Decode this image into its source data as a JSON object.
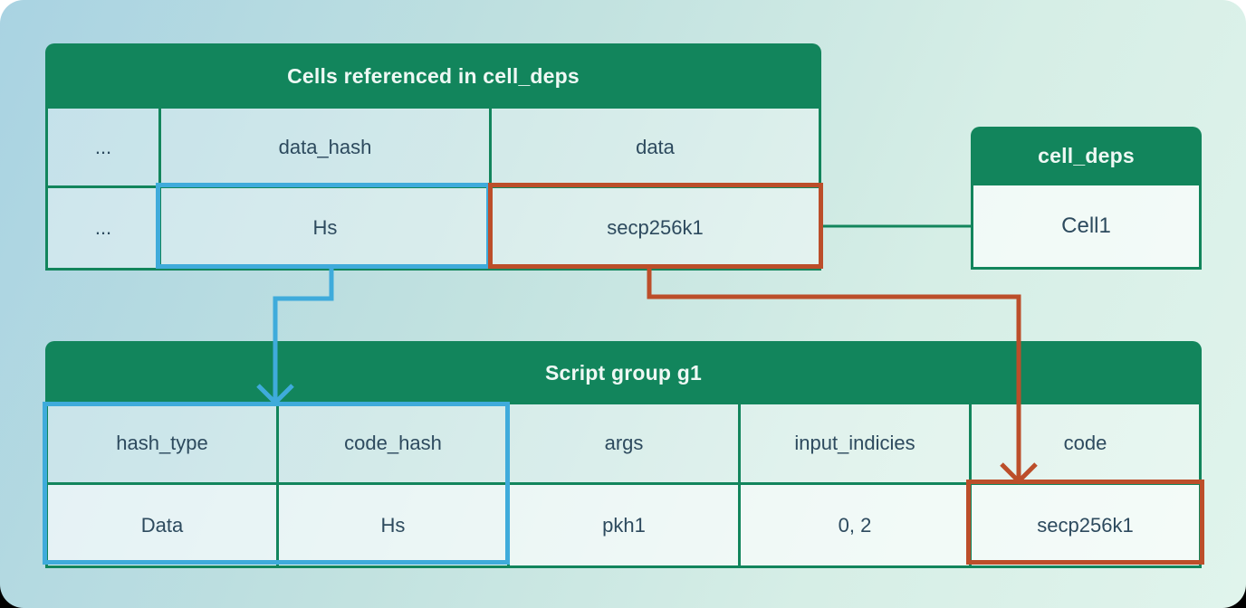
{
  "tables": {
    "cells_referenced": {
      "title": "Cells referenced in cell_deps",
      "columns": [
        "...",
        "data_hash",
        "data"
      ],
      "rows": [
        [
          "...",
          "Hs",
          "secp256k1"
        ]
      ]
    },
    "cell_deps": {
      "title": "cell_deps",
      "rows": [
        [
          "Cell1"
        ]
      ]
    },
    "script_group": {
      "title": "Script group g1",
      "columns": [
        "hash_type",
        "code_hash",
        "args",
        "input_indicies",
        "code"
      ],
      "rows": [
        [
          "Data",
          "Hs",
          "pkh1",
          "0, 2",
          "secp256k1"
        ]
      ]
    }
  },
  "connectors": {
    "blue_arrow": "code_hash Hs matches referenced cell data_hash Hs",
    "red_arrow": "referenced cell data secp256k1 loaded as code",
    "green_link": "secp256k1 cell listed as Cell1 in cell_deps"
  },
  "colors": {
    "header_green": "#12855c",
    "border_green": "#12855c",
    "highlight_blue": "#3fabdb",
    "highlight_red": "#bc4e2a",
    "text_dark": "#2d4a5e",
    "text_light": "#eef8f4"
  }
}
